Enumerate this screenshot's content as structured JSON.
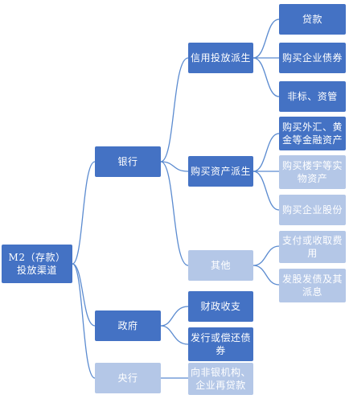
{
  "root": {
    "label": "M2（存款）投放渠道"
  },
  "branches": {
    "bank": {
      "label": "银行",
      "credit": {
        "label": "信用投放派生",
        "items": [
          "贷款",
          "购买企业债券",
          "非标、资管"
        ]
      },
      "asset": {
        "label": "购买资产派生",
        "items": [
          "购买外汇、黄金等金融资产",
          "购买楼宇等实物资产",
          "购买企业股份"
        ]
      },
      "other": {
        "label": "其他",
        "items": [
          "支付或收取费用",
          "发股发债及其派息"
        ]
      }
    },
    "government": {
      "label": "政府",
      "items": [
        "财政收支",
        "发行或偿还债券"
      ]
    },
    "central_bank": {
      "label": "央行",
      "items": [
        "向非银机构、企业再贷款"
      ]
    }
  },
  "colors": {
    "dark_node": "#4472c4",
    "light_node": "#b4c7e7",
    "edge": "#5b8bd0"
  }
}
